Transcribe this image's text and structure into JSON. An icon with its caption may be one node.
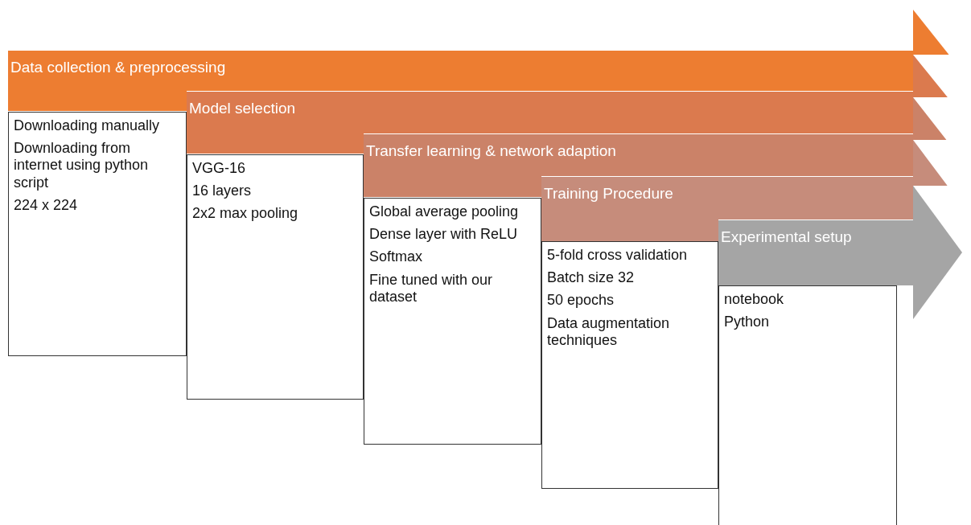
{
  "diagram": {
    "nodes": [
      {
        "text": [
          "Data collection & preprocessing"
        ]
      },
      {
        "text": [
          "Downloading manually",
          "Downloading from internet using python script",
          "224 x 224"
        ]
      },
      {
        "text": [
          "Model selection"
        ]
      },
      {
        "text": [
          "VGG-16",
          "16 layers",
          "2x2 max pooling"
        ]
      },
      {
        "text": [
          "Transfer learning & network adaption"
        ]
      },
      {
        "text": [
          "Global average pooling",
          "Dense layer with ReLU",
          "Softmax",
          "Fine tuned with our dataset"
        ]
      },
      {
        "text": [
          "Training Procedure"
        ]
      },
      {
        "text": [
          "5-fold cross validation",
          "Batch size 32",
          "50 epochs",
          "Data augmentation techniques"
        ]
      },
      {
        "text": [
          "Experimental setup"
        ]
      },
      {
        "text": [
          "notebook",
          "Python"
        ]
      }
    ],
    "edges": []
  }
}
